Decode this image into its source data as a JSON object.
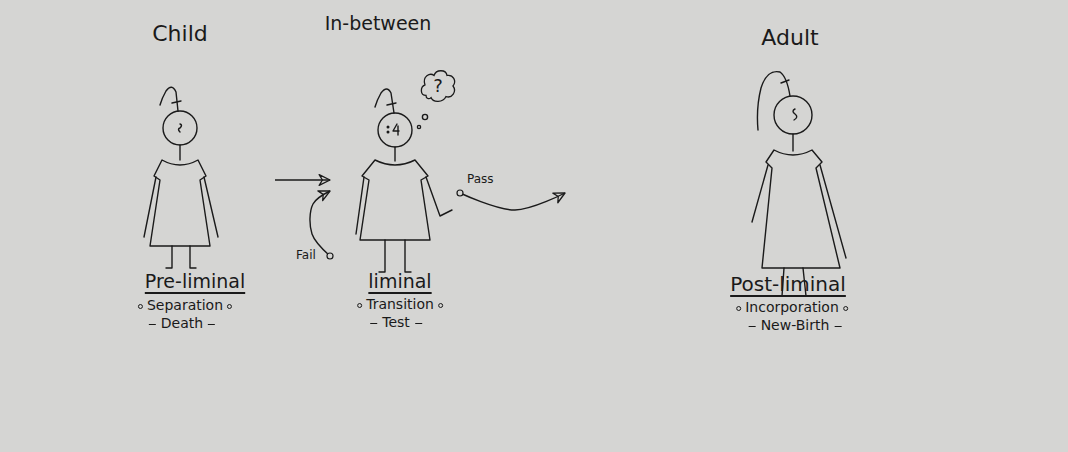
{
  "diagram": {
    "nodes": [
      {
        "text": [
          "Child",
          "Pre-liminal",
          "Separation",
          "Death"
        ]
      },
      {
        "text": [
          "In-between",
          "liminal",
          "Transition",
          "Test"
        ]
      },
      {
        "text": [
          "?"
        ],
        "in": 1
      },
      {
        "text": [
          "Adult",
          "Post-liminal",
          "Incorporation",
          "New-Birth"
        ]
      }
    ],
    "edges": [
      {
        "from": 0,
        "to": 1,
        "arrow": "to"
      },
      {
        "from": 1,
        "to": 3,
        "label": "Pass",
        "arrow": "to"
      },
      {
        "from": 1,
        "to": 1,
        "label": "Fail",
        "arrow": "to"
      }
    ]
  }
}
